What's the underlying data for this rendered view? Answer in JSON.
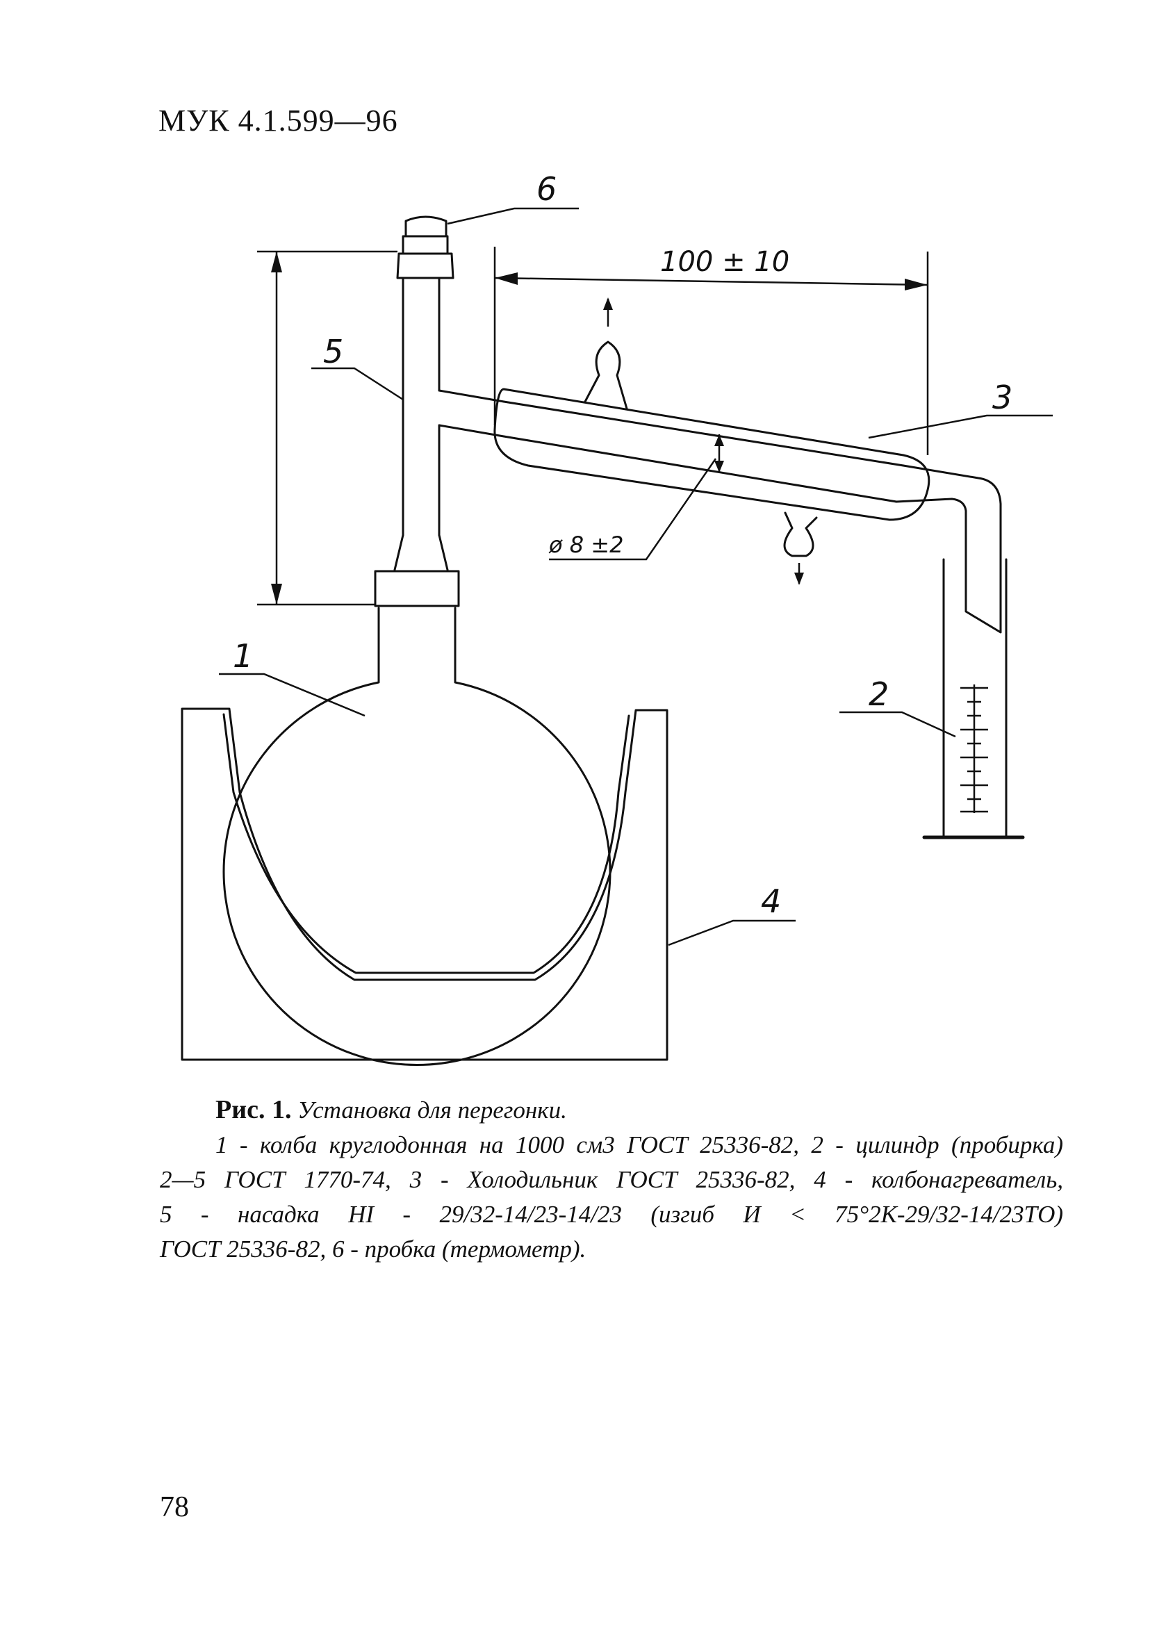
{
  "header": {
    "doc_code": "МУК 4.1.599—96"
  },
  "figure": {
    "callouts": {
      "c1": "1",
      "c2": "2",
      "c3": "3",
      "c4": "4",
      "c5": "5",
      "c6": "6"
    },
    "dimensions": {
      "condenser_offset": "100 ± 10",
      "tube_diameter": "ø 8 ±2"
    }
  },
  "caption": {
    "label": "Рис. 1.",
    "title": "Установка для перегонки.",
    "lines": [
      "1 - колба круглодонная на 1000 см3 ГОСТ 25336-82, 2 - цилиндр (пробирка)",
      "2—5 ГОСТ 1770-74, 3 - Холодильник ГОСТ 25336-82, 4 - колбонагреватель,",
      "5 - насадка НI - 29/32-14/23-14/23 (изгиб И < 75°2К-29/32-14/23ТО)",
      "ГОСТ 25336-82, 6 - пробка (термометр)."
    ]
  },
  "footer": {
    "page_number": "78"
  }
}
